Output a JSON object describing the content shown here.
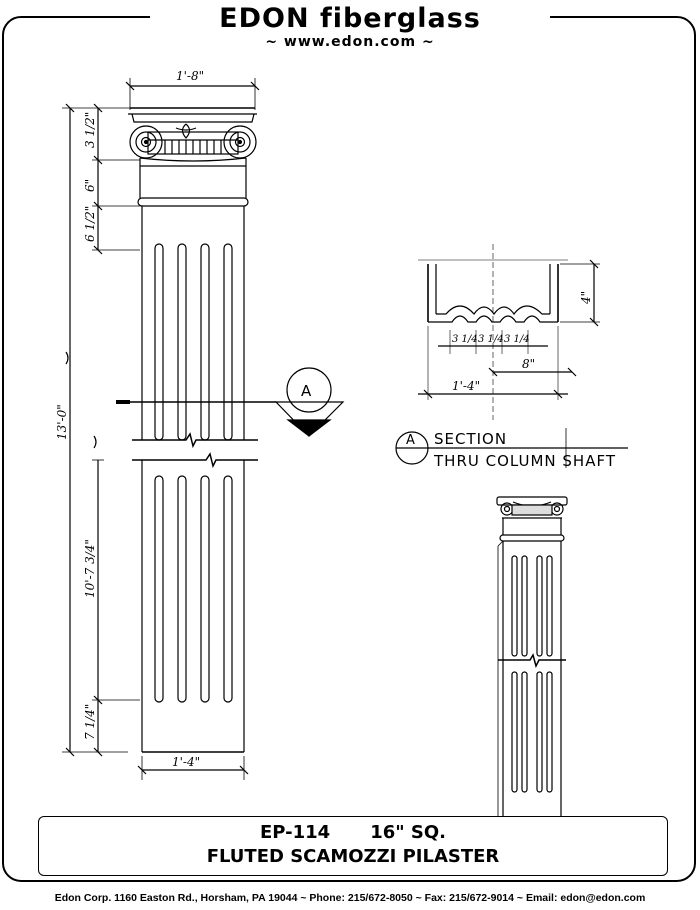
{
  "brand": {
    "title": "EDON fiberglass",
    "url": "~ www.edon.com ~"
  },
  "drawing": {
    "dims": {
      "capital_width": "1'-8\"",
      "base_width": "1'-4\"",
      "overall_height": "13'-0\"",
      "shaft_height": "10'-7 3/4\"",
      "seg_1": "3 1/2\"",
      "seg_2": "6\"",
      "seg_3": "6 1/2\"",
      "seg_base": "7 1/4\""
    },
    "section": {
      "marker": "A",
      "title_line1": "SECTION",
      "title_line2": "THRU COLUMN SHAFT",
      "flute_1": "3 1/4",
      "flute_2": "3 1/4",
      "flute_3": "3 1/4",
      "half_width": "8\"",
      "full_width": "1'-4\"",
      "depth": "4\""
    }
  },
  "product": {
    "model": "EP-114",
    "size": "16\" SQ.",
    "name": "FLUTED SCAMOZZI PILASTER"
  },
  "footer": {
    "text": "Edon Corp. 1160 Easton Rd., Horsham, PA 19044 ~ Phone: 215/672-8050 ~ Fax: 215/672-9014 ~ Email: edon@edon.com"
  }
}
